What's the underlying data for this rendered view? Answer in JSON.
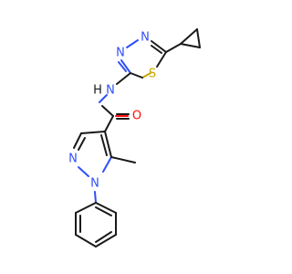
{
  "molecule": {
    "atoms": {
      "n_thiadiazole_1": "N",
      "n_thiadiazole_2": "N",
      "s_thiadiazole": "S",
      "n_amide": "N",
      "h_amide": "H",
      "o_carbonyl": "O",
      "n_pyrazole_1": "N",
      "n_pyrazole_2": "N"
    },
    "colors": {
      "carbon": "#1a1a1a",
      "nitrogen": "#3050f8",
      "sulfur": "#c8a800",
      "oxygen": "#ff0d0d"
    }
  }
}
